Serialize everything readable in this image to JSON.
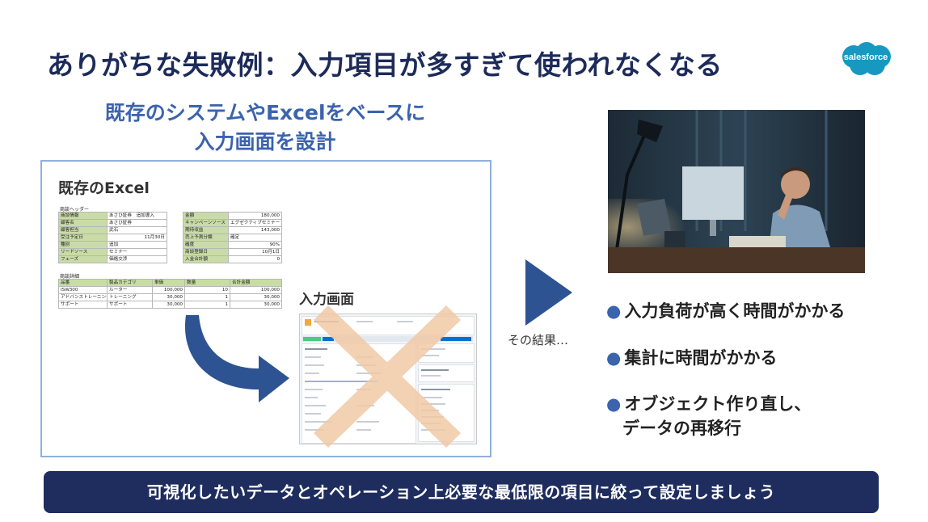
{
  "slide": {
    "title": "ありがちな失敗例：入力項目が多すぎて使われなくなる",
    "logo_text": "salesforce",
    "subtitle_line1": "既存のシステムやExcelをベースに",
    "subtitle_line2": "入力画面を設計",
    "excel_heading": "既存のExcel",
    "input_heading": "入力画面",
    "result_text": "その結果…",
    "bullets": [
      "入力負荷が高く時間がかかる",
      "集計に時間がかかる",
      "オブジェクト作り直し、",
      "データの再移行"
    ],
    "bullet_dot": "●",
    "banner": "可視化したいデータとオペレーション上必要な最低限の項目に絞って設定しましょう"
  },
  "excel": {
    "header_label": "商談ヘッダー",
    "left_rows": [
      [
        "商談情報",
        "あさひ証券　追加導入"
      ],
      [
        "顧客名",
        "あさひ証券"
      ],
      [
        "顧客担当",
        "武石"
      ],
      [
        "受注予定日",
        "11月30日"
      ],
      [
        "種別",
        "追加"
      ],
      [
        "リードソース",
        "セミナー"
      ],
      [
        "フェーズ",
        "価格交渉"
      ]
    ],
    "right_rows": [
      [
        "金額",
        "180,000"
      ],
      [
        "キャンペーンソース",
        "エグゼクティブセミナー"
      ],
      [
        "期待収益",
        "143,000"
      ],
      [
        "売上予測分類",
        "確定"
      ],
      [
        "確度",
        "90%"
      ],
      [
        "商談登録日",
        "10月1日"
      ],
      [
        "入金合計額",
        "0"
      ]
    ],
    "detail_label": "商談詳細",
    "detail_headers": [
      "品番",
      "製品カテゴリ",
      "単価",
      "数量",
      "合計金額"
    ],
    "detail_rows": [
      [
        "ISW300",
        "ルーター",
        "100,000",
        "10",
        "100,000"
      ],
      [
        "アドバンストレーニング",
        "トレーニング",
        "30,000",
        "1",
        "30,000"
      ],
      [
        "サポート",
        "サポート",
        "30,000",
        "1",
        "30,000"
      ]
    ]
  },
  "colors": {
    "title": "#1d2b5a",
    "accent": "#3b63ae",
    "banner_bg": "#1e2d5e",
    "excel_green": "#c9dca7",
    "cross": "#f2c9a6",
    "logo": "#1798c1"
  },
  "icons": [
    "curved-arrow-icon",
    "play-triangle-icon",
    "cross-mark-icon",
    "salesforce-cloud-logo"
  ]
}
